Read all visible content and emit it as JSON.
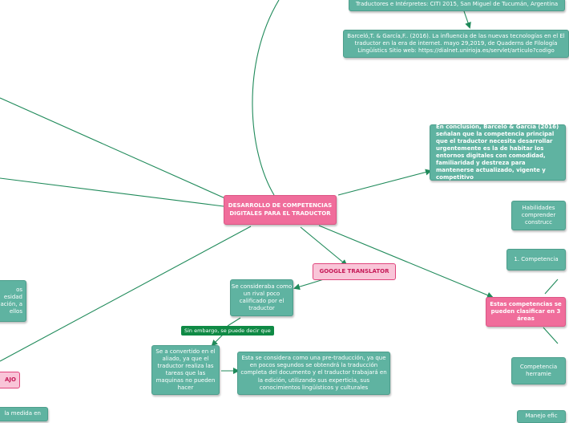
{
  "colors": {
    "connector": "#1f8a5a",
    "teal_node": "#5fb3a1",
    "pink_node": "#f06d9b",
    "pink_light_node": "#f9c5d8",
    "label_green": "#0f8a45"
  },
  "nodes": {
    "central": "DESARROLLO DE COMPETENCIAS DIGITALES PARA EL TRADUCTOR",
    "ref_top": "Traductores e Intérpretes: CITI 2015, San Miguel de Tucumán, Argentina",
    "ref_barcelo": "Barceló,T. & García,F.. (2016). La influencia de las nuevas tecnologías en el El traductor en la era de internet. mayo 29,2019, de Quaderns de Filología Lingüístics Sitio web: https://dialnet.unirioja.es/servlet/articulo?codigo",
    "conclusion": "En conclusión, Barceló & García (2016) señalan que la competencia principal que el traductor necesita desarrollar urgentemente es la de habitar los entornos digitales con comodidad, familiaridad y destreza para mantenerse actualizado, vigente y competitivo",
    "habilidades": "Habilidades comprender construcc",
    "competencia1": "1. Competencia",
    "clasificar": "Estas competencias se pueden clasificar en 3 áreas",
    "competencia_herr": "Competencia herramie",
    "manejo": "Manejo efic",
    "google": "GOOGLE TRANSLATOR",
    "rival": "Se consideraba como un rival poco calificado por el traductor",
    "sin_embargo": "Sin embargo, se puede decir que",
    "aliado": "Se a convertido en el aliado, ya que el traductor realiza las tareas que las maquinas no pueden hacer",
    "pretraduccion": "Esta se considera como una pre-traducción, ya que en pocos segundos se obtendrá la traducción completa del documento y el traductor trabajará en la edición, utilizando sus experticia, sus conocimientos lingüísticos y culturales",
    "left_teal": "os esidad ación, a ellos",
    "left_pink": "AJO",
    "left_bottom": "la medida en"
  }
}
